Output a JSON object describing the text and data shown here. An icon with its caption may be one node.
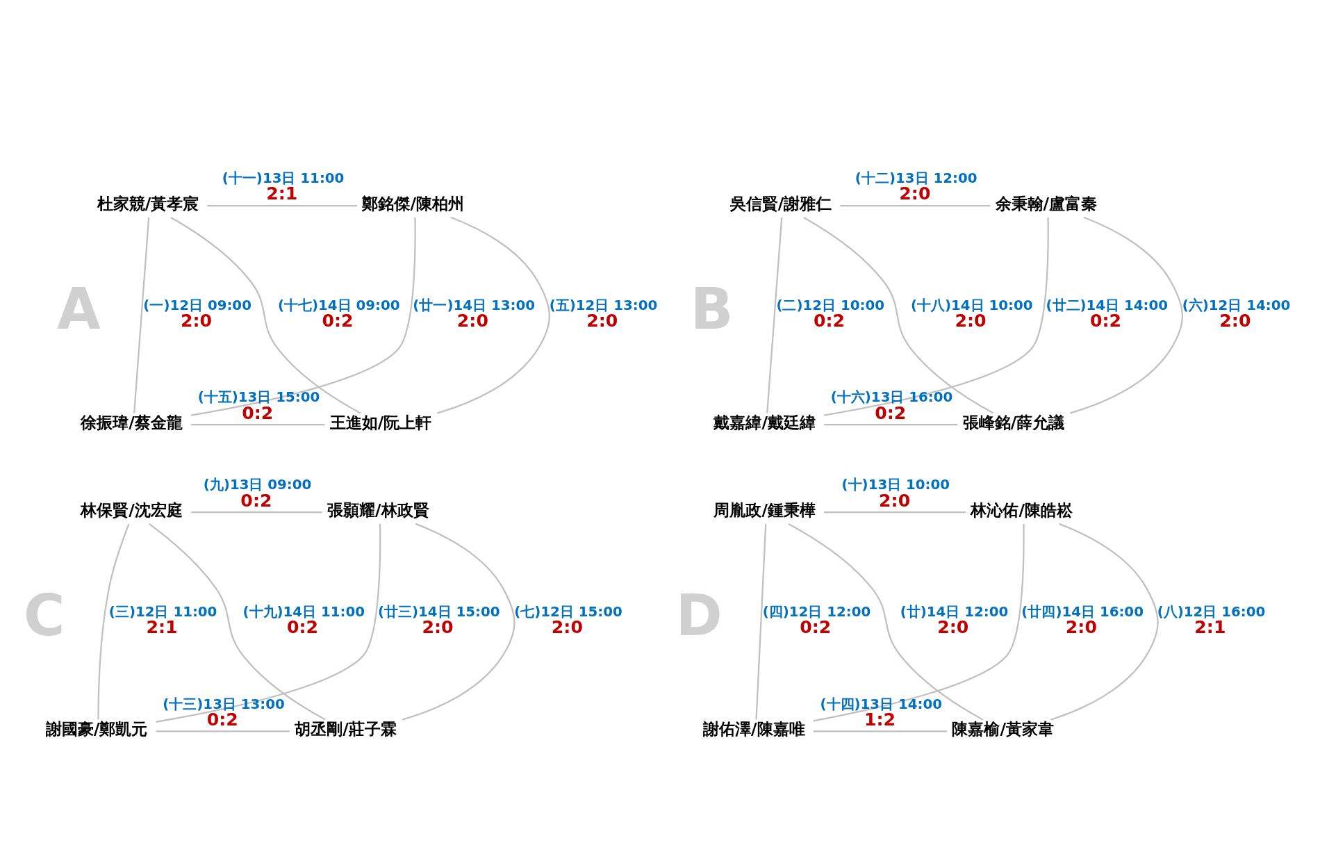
{
  "diagram": {
    "nodes": [
      {
        "text": [
          "杜家競/黃孝宸"
        ]
      },
      {
        "text": [
          "鄭銘傑/陳柏州"
        ]
      },
      {
        "text": [
          "徐振瑋/蔡金龍"
        ]
      },
      {
        "text": [
          "王進如/阮上軒"
        ]
      },
      {
        "text": [
          "吳信賢/謝雅仁"
        ]
      },
      {
        "text": [
          "余秉翰/盧富秦"
        ]
      },
      {
        "text": [
          "戴嘉緯/戴廷緯"
        ]
      },
      {
        "text": [
          "張峰銘/薛允議"
        ]
      },
      {
        "text": [
          "林保賢/沈宏庭"
        ]
      },
      {
        "text": [
          "張顥耀/林政賢"
        ]
      },
      {
        "text": [
          "謝國豪/鄭凱元"
        ]
      },
      {
        "text": [
          "胡丞剛/莊子霖"
        ]
      },
      {
        "text": [
          "周胤政/鍾秉樺"
        ]
      },
      {
        "text": [
          "林沁佑/陳皓崧"
        ]
      },
      {
        "text": [
          "謝佑澤/陳嘉唯"
        ]
      },
      {
        "text": [
          "陳嘉榆/黃家韋"
        ]
      }
    ],
    "edges": [
      {
        "from": 0,
        "to": 1,
        "arrow": "none",
        "label": "(十一)13日 11:00"
      },
      {
        "from": 0,
        "to": 2,
        "arrow": "none",
        "label": "(一)12日 09:00"
      },
      {
        "from": 1,
        "to": 3,
        "arrow": "none",
        "label": "(五)12日 13:00"
      },
      {
        "from": 2,
        "to": 3,
        "arrow": "none",
        "label": "(十五)13日 15:00"
      },
      {
        "from": 1,
        "to": 2,
        "arrow": "none",
        "label": "(廿一)14日 13:00"
      },
      {
        "from": 0,
        "to": 3,
        "arrow": "none",
        "label": "(十七)14日 09:00"
      },
      {
        "from": 4,
        "to": 5,
        "arrow": "none",
        "label": "(十二)13日 12:00"
      },
      {
        "from": 4,
        "to": 6,
        "arrow": "none",
        "label": "(二)12日 10:00"
      },
      {
        "from": 5,
        "to": 7,
        "arrow": "none",
        "label": "(六)12日 14:00"
      },
      {
        "from": 6,
        "to": 7,
        "arrow": "none",
        "label": "(十六)13日 16:00"
      },
      {
        "from": 5,
        "to": 6,
        "arrow": "none",
        "label": "(廿二)14日 14:00"
      },
      {
        "from": 4,
        "to": 7,
        "arrow": "none",
        "label": "(十八)14日 10:00"
      },
      {
        "from": 8,
        "to": 9,
        "arrow": "none",
        "label": "(九)13日 09:00"
      },
      {
        "from": 8,
        "to": 10,
        "arrow": "none",
        "label": "(三)12日 11:00"
      },
      {
        "from": 9,
        "to": 11,
        "arrow": "none",
        "label": "(七)12日 15:00"
      },
      {
        "from": 10,
        "to": 11,
        "arrow": "none",
        "label": "(十三)13日 13:00"
      },
      {
        "from": 9,
        "to": 10,
        "arrow": "none",
        "label": "(廿三)14日 15:00"
      },
      {
        "from": 8,
        "to": 11,
        "arrow": "none",
        "label": "(十九)14日 11:00"
      },
      {
        "from": 12,
        "to": 13,
        "arrow": "none",
        "label": "(十)13日 10:00"
      },
      {
        "from": 12,
        "to": 14,
        "arrow": "none",
        "label": "(四)12日 12:00"
      },
      {
        "from": 13,
        "to": 15,
        "arrow": "none",
        "label": "(八)12日 16:00"
      },
      {
        "from": 14,
        "to": 15,
        "arrow": "none",
        "label": "(十四)13日 14:00"
      },
      {
        "from": 13,
        "to": 14,
        "arrow": "none",
        "label": "(廿四)14日 16:00"
      },
      {
        "from": 12,
        "to": 15,
        "arrow": "none",
        "label": "(廿)14日 12:00"
      }
    ],
    "labels": [
      "A",
      "2:1",
      "2:0",
      "2:0",
      "0:2",
      "2:0",
      "0:2",
      "B",
      "2:0",
      "0:2",
      "2:0",
      "0:2",
      "0:2",
      "2:0",
      "C",
      "0:2",
      "2:1",
      "2:0",
      "0:2",
      "2:0",
      "0:2",
      "D",
      "2:0",
      "0:2",
      "2:1",
      "1:2",
      "2:0",
      "2:0"
    ]
  }
}
